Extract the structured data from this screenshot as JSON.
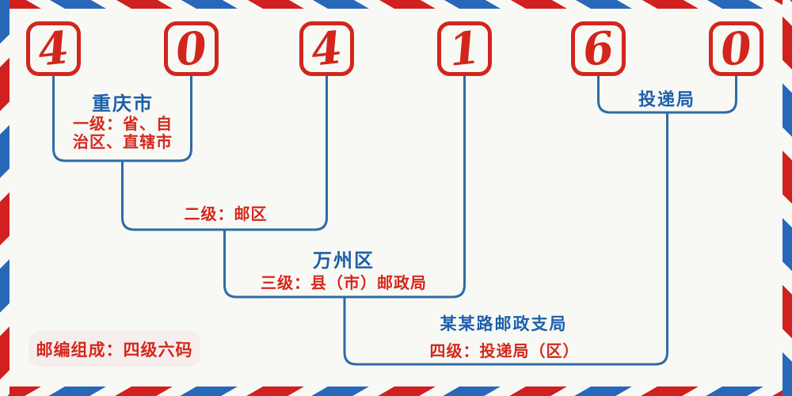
{
  "postal": {
    "digits": [
      "4",
      "0",
      "4",
      "1",
      "6",
      "0"
    ]
  },
  "levels": {
    "level1": {
      "place": "重庆市",
      "desc": "一级：省、自\n治区、直辖市"
    },
    "level2": {
      "desc": "二级：邮区"
    },
    "level3": {
      "place": "万州区",
      "desc": "三级：县（市）邮政局"
    },
    "level4": {
      "place": "某某路邮政支局",
      "desc": "四级：投递局（区）"
    },
    "delivery": {
      "label": "投递局"
    }
  },
  "footer": {
    "badge": "邮编组成：四级六码"
  },
  "colors": {
    "digit_red": "#d2261c",
    "text_red": "#d3281e",
    "text_blue": "#1c5fac",
    "line_blue": "#2e6ba6",
    "stripe_red": "#d0201f",
    "stripe_blue": "#2968b8",
    "background": "#f8f9f4",
    "badge_background": "#f5eeed"
  }
}
